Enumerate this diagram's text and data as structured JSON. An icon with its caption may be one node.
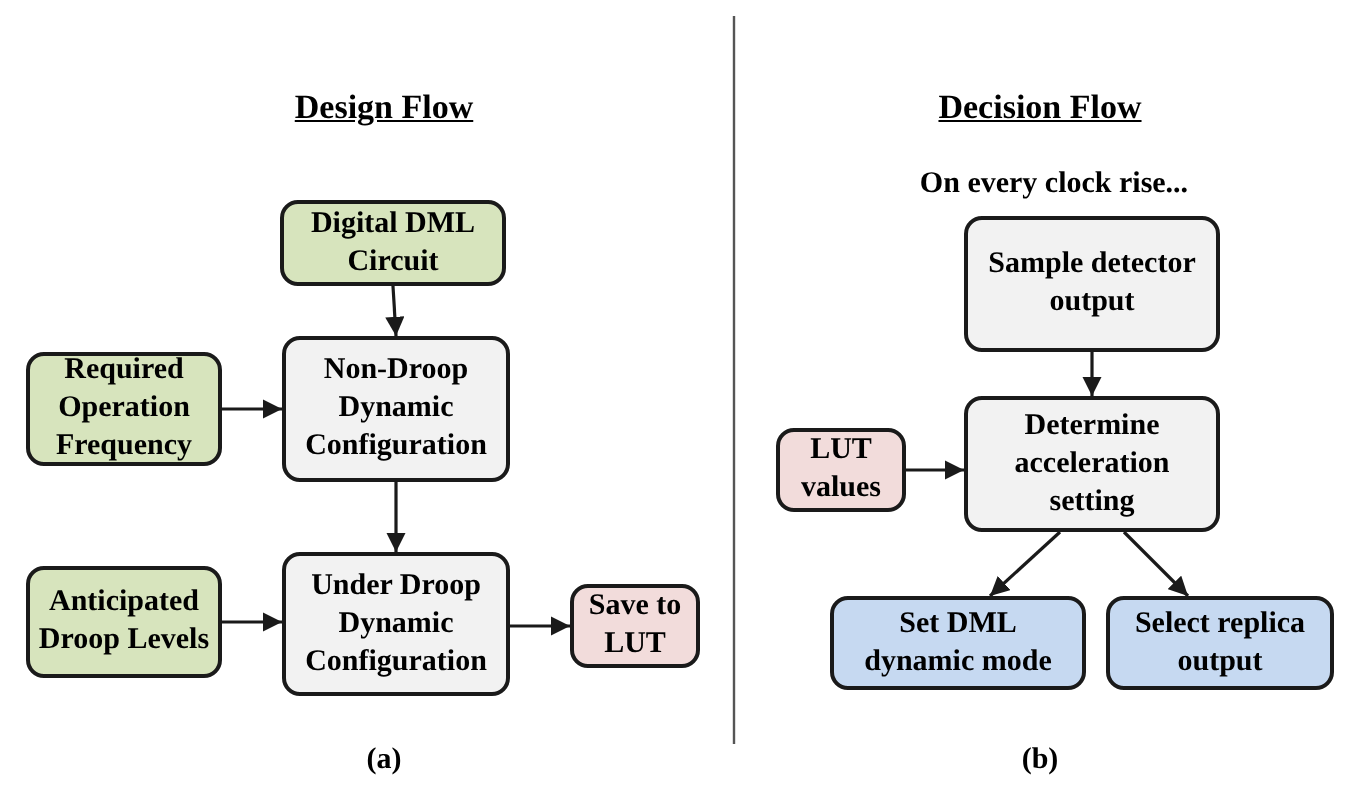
{
  "diagram": {
    "nodes": [
      {
        "text": [
          "Digital DML Circuit"
        ]
      },
      {
        "text": [
          "Required Operation Frequency"
        ]
      },
      {
        "text": [
          "Non-Droop Dynamic Configuration"
        ]
      },
      {
        "text": [
          "Anticipated Droop Levels"
        ]
      },
      {
        "text": [
          "Under Droop Dynamic Configuration"
        ]
      },
      {
        "text": [
          "Save to LUT"
        ]
      },
      {
        "text": [
          "Sample detector output"
        ]
      },
      {
        "text": [
          "LUT values"
        ]
      },
      {
        "text": [
          "Determine acceleration setting"
        ]
      },
      {
        "text": [
          "Set DML dynamic mode"
        ]
      },
      {
        "text": [
          "Select replica output"
        ]
      }
    ],
    "edges": [
      {
        "from": 0,
        "to": 2,
        "arrow": "to"
      },
      {
        "from": 1,
        "to": 2,
        "arrow": "to"
      },
      {
        "from": 2,
        "to": 4,
        "arrow": "to"
      },
      {
        "from": 3,
        "to": 4,
        "arrow": "to"
      },
      {
        "from": 4,
        "to": 5,
        "arrow": "to"
      },
      {
        "from": 6,
        "to": 8,
        "arrow": "to"
      },
      {
        "from": 7,
        "to": 8,
        "arrow": "to"
      },
      {
        "from": 8,
        "to": 9,
        "arrow": "to"
      },
      {
        "from": 8,
        "to": 10,
        "arrow": "to"
      }
    ],
    "labels": [
      "Design Flow",
      "Decision Flow",
      "On every clock rise...",
      "(a)",
      "(b)"
    ]
  }
}
